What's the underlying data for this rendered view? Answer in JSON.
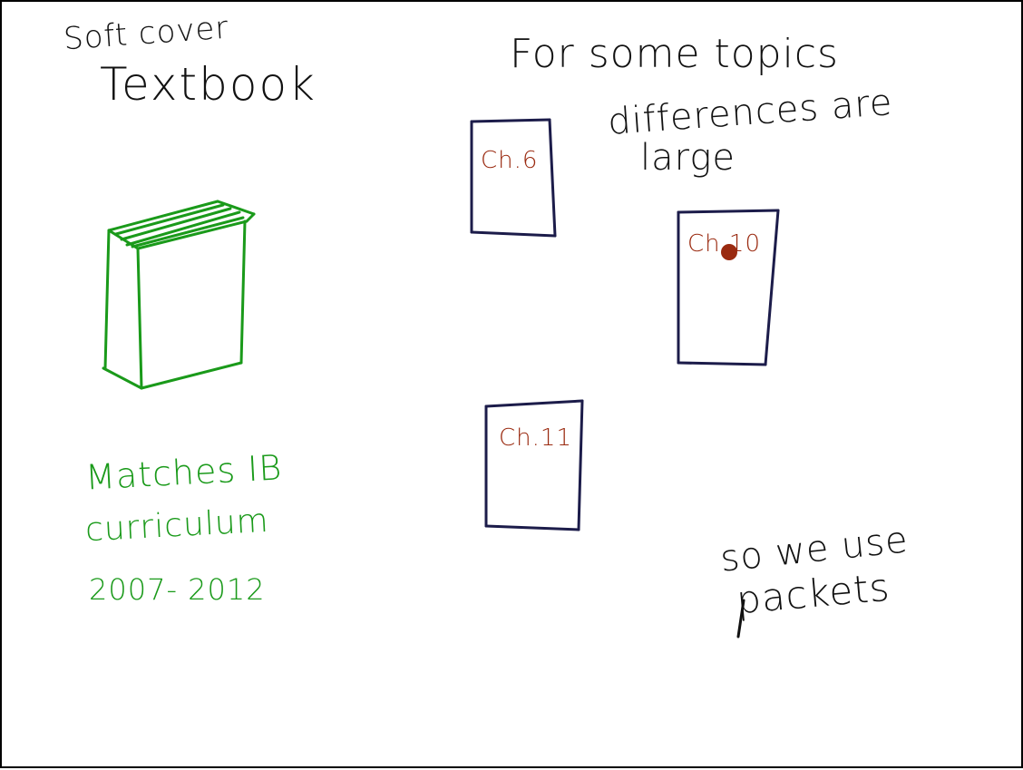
{
  "board": {
    "left_notes": {
      "line1": "Soft cover",
      "line2": "Textbook"
    },
    "right_notes": {
      "line1": "For some topics",
      "line2": "differences are",
      "line3": "large"
    },
    "bottom_left_notes": {
      "line1": "Matches IB",
      "line2": "curriculum",
      "line3": "2007- 2012"
    },
    "bottom_right_notes": {
      "line1": "so we use",
      "line2": "packets"
    },
    "chapters": [
      {
        "label": "Ch.6"
      },
      {
        "label": "Ch.10"
      },
      {
        "label": "Ch.11"
      }
    ],
    "colors": {
      "ink_black": "#111111",
      "ink_green": "#1a9a1a",
      "ink_brown": "#9a2a10",
      "ink_navy": "#1c1c4a"
    },
    "icons": [
      "book-icon",
      "chapter-packet-icon",
      "dot-marker"
    ]
  }
}
